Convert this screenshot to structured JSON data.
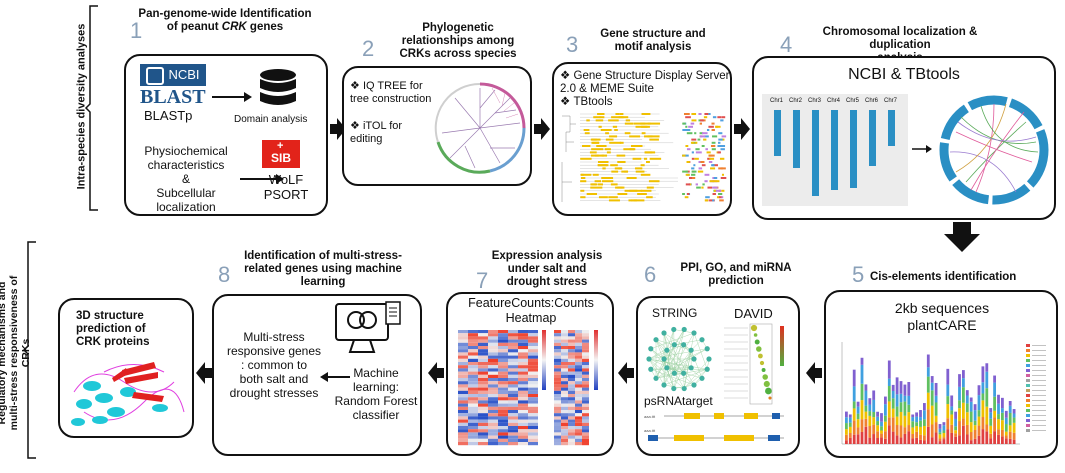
{
  "side_labels": {
    "top": "Intra-species diversity analyses",
    "bottom": "Regulatory mechanisms and multi-stress responsiveness of CRKs"
  },
  "steps": [
    {
      "num": "1",
      "title_a": "Pan-genome-wide Identification",
      "title_b": "of peanut ",
      "title_b_ital": "CRK",
      "title_b_end": " genes"
    },
    {
      "num": "2",
      "title": "Phylogenetic relationships among CRKs across species"
    },
    {
      "num": "3",
      "title": "Gene structure and motif analysis"
    },
    {
      "num": "4",
      "title": "Chromosomal localization & duplication analysis"
    },
    {
      "num": "5",
      "title": "Cis-elements identification"
    },
    {
      "num": "6",
      "title": "PPI, GO, and miRNA prediction"
    },
    {
      "num": "7",
      "title": "Expression analysis under salt and drought stress"
    },
    {
      "num": "8",
      "title": "Identification of multi-stress-related genes using machine learning"
    },
    {
      "num": "",
      "title": "3D structure prediction of CRK proteins"
    }
  ],
  "box1": {
    "ncbi": "NCBI",
    "blast": "BLAST",
    "blastp": "BLASTp",
    "domain": "Domain analysis",
    "physio": "Physiochemical characteristics & Subcellular localization",
    "sib": "SIB",
    "wolf": "WoLF PSORT"
  },
  "box2": {
    "bullets": [
      "IQ TREE for tree construction",
      "iTOL for editing"
    ]
  },
  "box3": {
    "bullets": [
      "Gene Structure Display Server 2.0 & MEME Suite",
      "TBtools"
    ]
  },
  "box4": {
    "header": "NCBI & TBtools",
    "chromosomes": [
      "Chr1",
      "Chr2",
      "Chr3",
      "Chr4",
      "Chr5",
      "Chr6",
      "Chr7"
    ]
  },
  "box5": {
    "header": "2kb sequences plantCARE"
  },
  "box6": {
    "string": "STRING",
    "david": "DAVID",
    "psrna": "psRNAtarget"
  },
  "box7": {
    "header": "FeatureCounts:Counts Heatmap"
  },
  "box8": {
    "text": "Multi-stress responsive genes : common to both salt and drought stresses",
    "ml": "Machine learning: Random Forest classifier"
  },
  "colors": {
    "accent_blue": "#2a8fc4",
    "number_gray": "#8aa0b8",
    "sib_red": "#e2231a",
    "ncbi_blue": "#20558a"
  }
}
